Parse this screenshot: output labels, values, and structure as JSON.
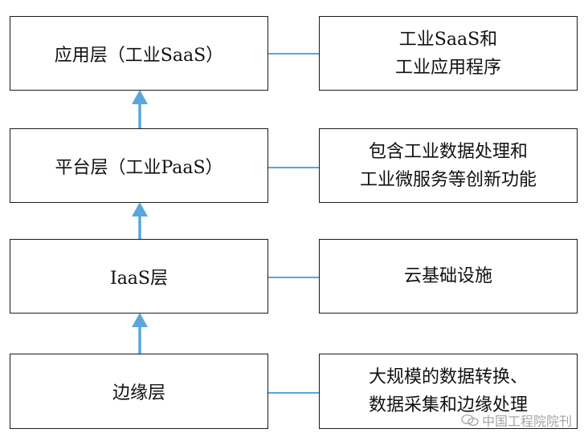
{
  "layers": [
    {
      "label": "应用层（工业SaaS）",
      "desc_lines": [
        "工业SaaS和",
        "工业应用程序"
      ]
    },
    {
      "label": "平台层（工业PaaS）",
      "desc_lines": [
        "包含工业数据处理和",
        "工业微服务等创新功能"
      ]
    },
    {
      "label": "IaaS层",
      "desc_lines": [
        "云基础设施"
      ]
    },
    {
      "label": "边缘层",
      "desc_lines": [
        "大规模的数据转换、",
        "数据采集和边缘处理"
      ]
    }
  ],
  "watermark": "中国工程院院刊",
  "colors": {
    "arrow": "#5aa6dc",
    "connector": "#5aa6dc",
    "border": "#1a1a1a"
  }
}
